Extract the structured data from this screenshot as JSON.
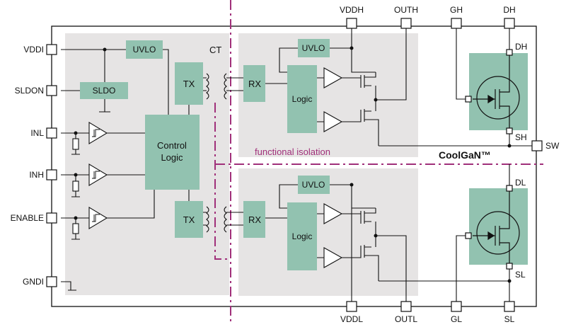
{
  "pins_left": [
    "VDDI",
    "SLDON",
    "INL",
    "INH",
    "ENABLE",
    "GNDI"
  ],
  "pins_top": [
    "VDDH",
    "OUTH",
    "GH",
    "DH"
  ],
  "pins_bottom": [
    "VDDL",
    "OUTL",
    "GL",
    "SL"
  ],
  "pins_right": [
    "SW"
  ],
  "transistor_labels": {
    "hi_drain": "DH",
    "hi_source": "SH",
    "lo_drain": "DL",
    "lo_source": "SL"
  },
  "blocks": {
    "uvlo_input": "UVLO",
    "sldo": "SLDO",
    "control_logic_line1": "Control",
    "control_logic_line2": "Logic",
    "tx": "TX",
    "rx": "RX",
    "uvlo_high": "UVLO",
    "uvlo_low": "UVLO",
    "logic": "Logic"
  },
  "ct_label": "CT",
  "isolation_label": "functional isolation",
  "device_label": "CoolGaN™",
  "colors": {
    "block": "#92c2b0",
    "zone": "#e6e4e4",
    "isolation": "#a0307a",
    "wire": "#111111"
  }
}
